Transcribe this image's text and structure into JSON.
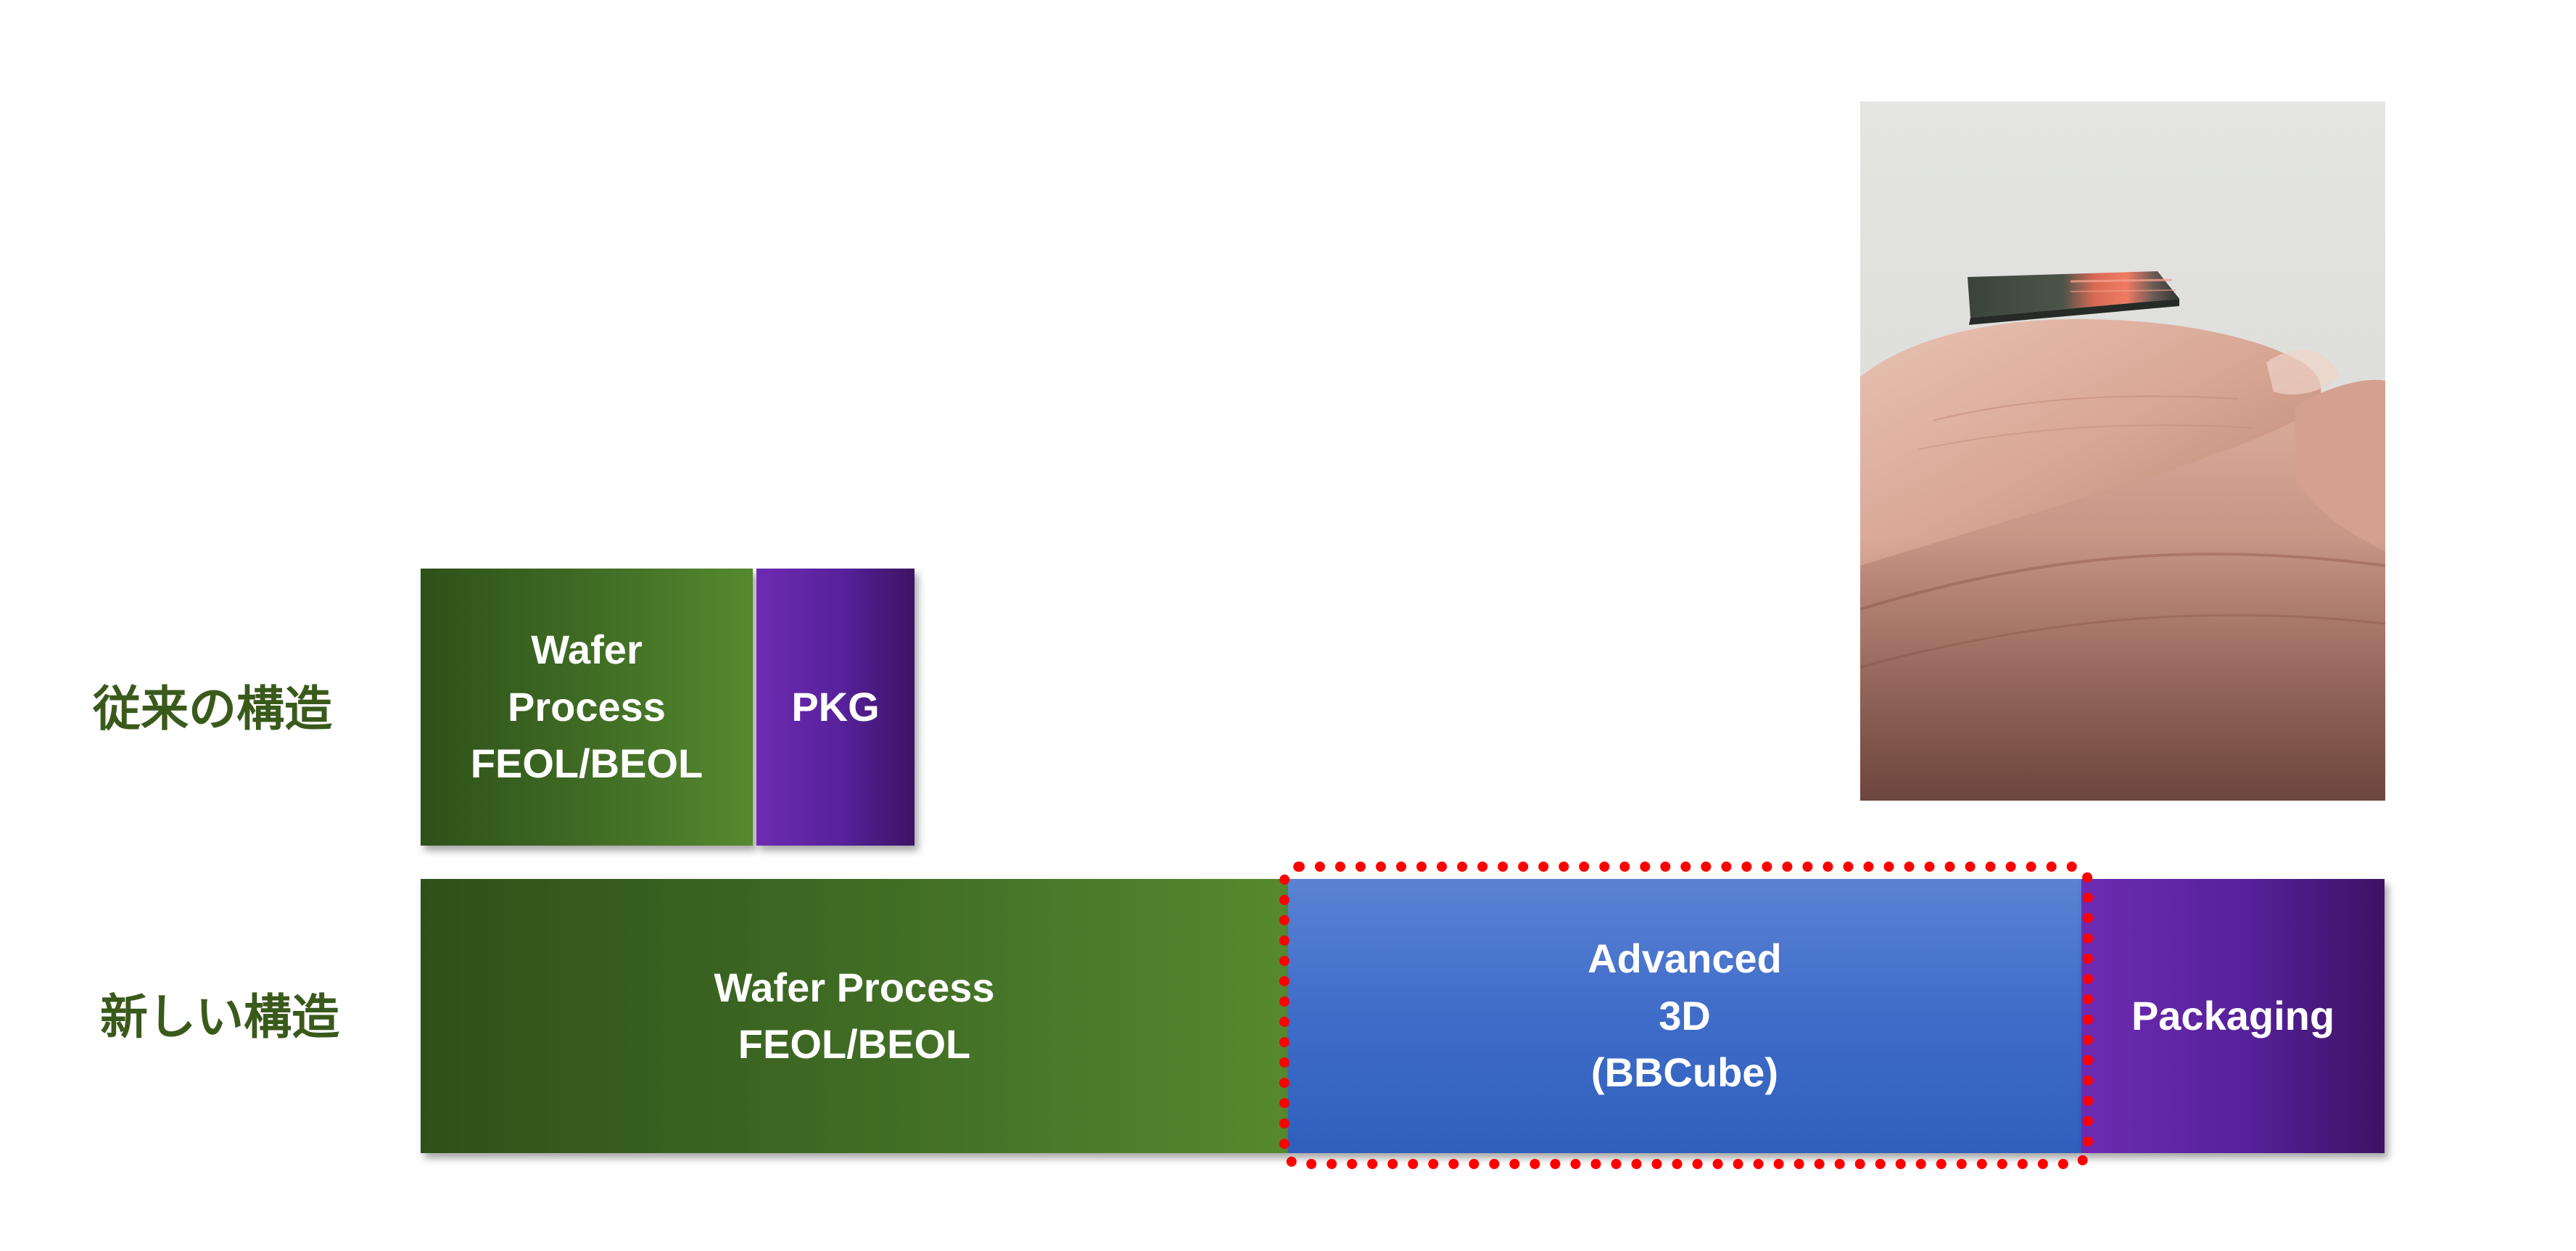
{
  "rows": {
    "conventional": {
      "label": "従来の構造",
      "wafer_label": "Wafer\nProcess\nFEOL/BEOL",
      "pkg_label": "PKG"
    },
    "new": {
      "label": "新しい構造",
      "wafer_label": "Wafer Process\nFEOL/BEOL",
      "advanced_label": "Advanced\n3D\n(BBCube)",
      "packaging_label": "Packaging"
    }
  },
  "colors": {
    "label_green": "#3a5a1c",
    "wafer_green": "#3f6b24",
    "pkg_purple": "#56219a",
    "advanced_blue": "#3f6cc8",
    "highlight_red": "#ff0000"
  },
  "photo": {
    "subject": "chip-on-fingertip-photo"
  }
}
